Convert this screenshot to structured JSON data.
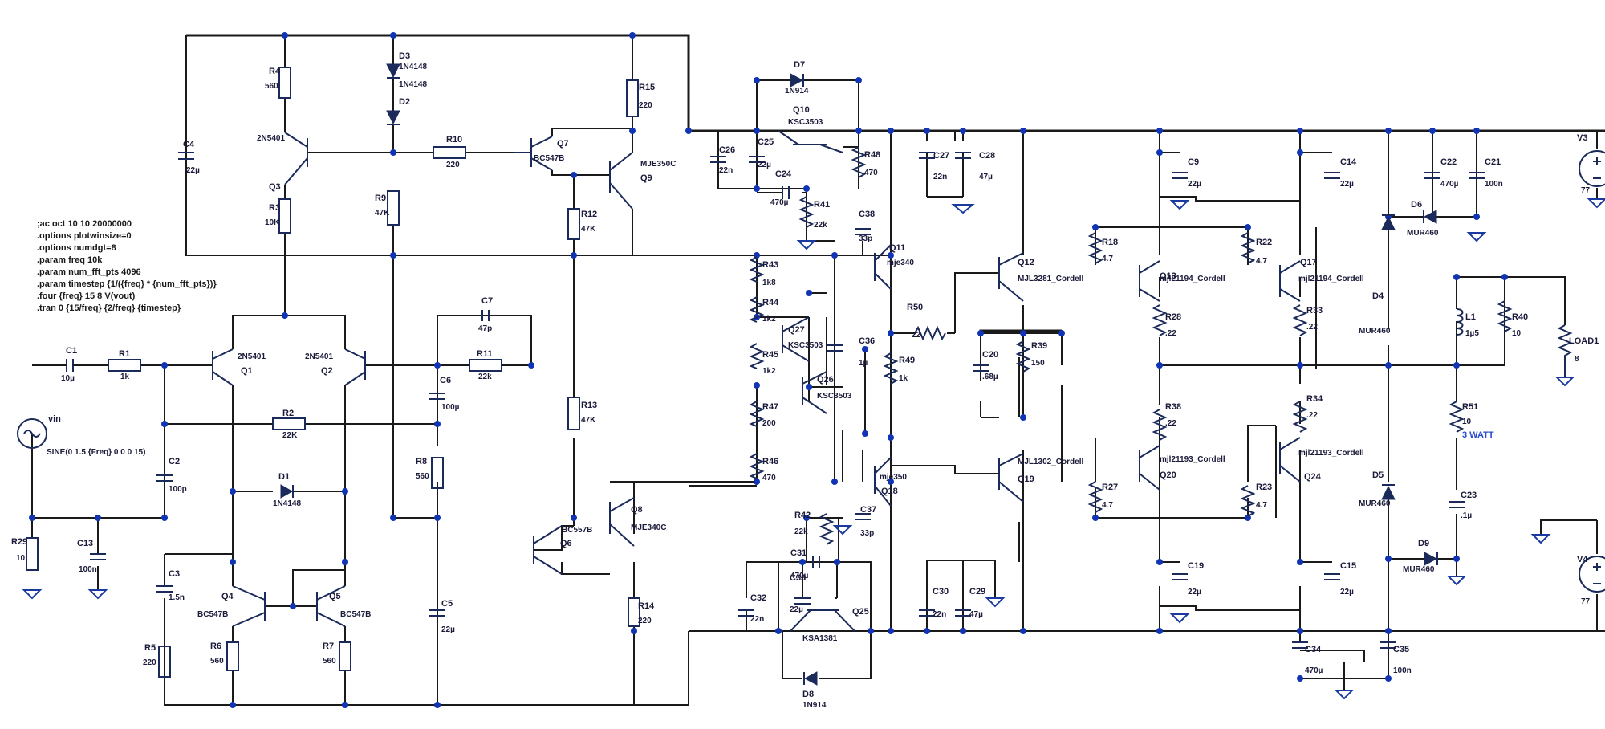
{
  "directives": [
    ";ac oct 10 10 20000000",
    ".options plotwinsize=0",
    ".options numdgt=8",
    ".param freq 10k",
    ".param num_fft_pts 4096",
    ".param timestep {1/({freq} * {num_fft_pts})}",
    ".four {freq} 15 8 V(vout)",
    ".tran 0 {15/freq} {2/freq} {timestep}"
  ],
  "source_vin": {
    "name": "vin",
    "value": "SINE(0 1.5 {Freq} 0 0 0 15)"
  },
  "annotations": {
    "r51_power": "3 WATT"
  },
  "supplies": [
    {
      "name": "V3",
      "value": "77"
    },
    {
      "name": "V4",
      "value": "77"
    }
  ],
  "components": [
    {
      "ref": "R4",
      "value": "560"
    },
    {
      "ref": "R3",
      "value": "10K"
    },
    {
      "ref": "C4",
      "value": "22µ"
    },
    {
      "ref": "D3",
      "value": "1N4148"
    },
    {
      "ref": "D2",
      "value": "1N4148"
    },
    {
      "ref": "R9",
      "value": "47K"
    },
    {
      "ref": "R10",
      "value": "220"
    },
    {
      "ref": "R15",
      "value": "220"
    },
    {
      "ref": "R12",
      "value": "47K"
    },
    {
      "ref": "Q3",
      "value": "2N5401"
    },
    {
      "ref": "Q7",
      "value": "BC547B"
    },
    {
      "ref": "Q9",
      "value": "MJE350C"
    },
    {
      "ref": "Q1",
      "value": "2N5401"
    },
    {
      "ref": "Q2",
      "value": "2N5401"
    },
    {
      "ref": "C1",
      "value": "10µ"
    },
    {
      "ref": "R1",
      "value": "1k"
    },
    {
      "ref": "C7",
      "value": "47p"
    },
    {
      "ref": "R11",
      "value": "22k"
    },
    {
      "ref": "C6",
      "value": "100µ"
    },
    {
      "ref": "R2",
      "value": "22K"
    },
    {
      "ref": "C2",
      "value": "100p"
    },
    {
      "ref": "D1",
      "value": "1N4148"
    },
    {
      "ref": "R8",
      "value": "560"
    },
    {
      "ref": "R13",
      "value": "47K"
    },
    {
      "ref": "R29",
      "value": "10"
    },
    {
      "ref": "C13",
      "value": "100n"
    },
    {
      "ref": "C3",
      "value": "1.5n"
    },
    {
      "ref": "R5",
      "value": "220"
    },
    {
      "ref": "Q4",
      "value": "BC547B"
    },
    {
      "ref": "Q5",
      "value": "BC547B"
    },
    {
      "ref": "R6",
      "value": "560"
    },
    {
      "ref": "R7",
      "value": "560"
    },
    {
      "ref": "C5",
      "value": "22µ"
    },
    {
      "ref": "Q6",
      "value": "BC557B"
    },
    {
      "ref": "Q8",
      "value": "MJE340C"
    },
    {
      "ref": "R14",
      "value": "220"
    },
    {
      "ref": "D7",
      "value": "1N914"
    },
    {
      "ref": "Q10",
      "value": "KSC3503"
    },
    {
      "ref": "C26",
      "value": "22n"
    },
    {
      "ref": "C25",
      "value": "22µ"
    },
    {
      "ref": "C24",
      "value": "470µ"
    },
    {
      "ref": "R41",
      "value": "22k"
    },
    {
      "ref": "R48",
      "value": "470"
    },
    {
      "ref": "R43",
      "value": "1k8"
    },
    {
      "ref": "R44",
      "value": "1k2"
    },
    {
      "ref": "R45",
      "value": "1k2"
    },
    {
      "ref": "R47",
      "value": "200"
    },
    {
      "ref": "R46",
      "value": "470"
    },
    {
      "ref": "Q27",
      "value": "KSC3503"
    },
    {
      "ref": "Q26",
      "value": "KSC3503"
    },
    {
      "ref": "C38",
      "value": "33p"
    },
    {
      "ref": "C36",
      "value": "1µ"
    },
    {
      "ref": "C37",
      "value": "33p"
    },
    {
      "ref": "Q11",
      "value": "mje340"
    },
    {
      "ref": "Q18",
      "value": "mje350"
    },
    {
      "ref": "R50",
      "value": "22"
    },
    {
      "ref": "R49",
      "value": "1k"
    },
    {
      "ref": "R42",
      "value": "22k"
    },
    {
      "ref": "C31",
      "value": "470µ"
    },
    {
      "ref": "C33",
      "value": "22µ"
    },
    {
      "ref": "C32",
      "value": "22n"
    },
    {
      "ref": "Q25",
      "value": "KSA1381"
    },
    {
      "ref": "D8",
      "value": "1N914"
    },
    {
      "ref": "C27",
      "value": "22n"
    },
    {
      "ref": "C28",
      "value": "47µ"
    },
    {
      "ref": "C30",
      "value": "22n"
    },
    {
      "ref": "C29",
      "value": "47µ"
    },
    {
      "ref": "Q12",
      "value": "MJL3281_Cordell"
    },
    {
      "ref": "Q19",
      "value": "MJL1302_Cordell"
    },
    {
      "ref": "C20",
      "value": ".68µ"
    },
    {
      "ref": "R39",
      "value": "150"
    },
    {
      "ref": "R18",
      "value": "4.7"
    },
    {
      "ref": "R27",
      "value": "4.7"
    },
    {
      "ref": "Q13",
      "value": "mjl21194_Cordell"
    },
    {
      "ref": "Q20",
      "value": "mjl21193_Cordell"
    },
    {
      "ref": "R28",
      "value": ".22"
    },
    {
      "ref": "R38",
      "value": ".22"
    },
    {
      "ref": "C9",
      "value": "22µ"
    },
    {
      "ref": "C19",
      "value": "22µ"
    },
    {
      "ref": "R22",
      "value": "4.7"
    },
    {
      "ref": "R23",
      "value": "4.7"
    },
    {
      "ref": "Q17",
      "value": "mjl21194_Cordell"
    },
    {
      "ref": "Q24",
      "value": "mjl21193_Cordell"
    },
    {
      "ref": "R33",
      "value": ".22"
    },
    {
      "ref": "R34",
      "value": ".22"
    },
    {
      "ref": "C14",
      "value": "22µ"
    },
    {
      "ref": "C15",
      "value": "22µ"
    },
    {
      "ref": "C34",
      "value": "470µ"
    },
    {
      "ref": "C35",
      "value": "100n"
    },
    {
      "ref": "D6",
      "value": "MUR460"
    },
    {
      "ref": "D4",
      "value": "MUR460"
    },
    {
      "ref": "D5",
      "value": "MUR460"
    },
    {
      "ref": "D9",
      "value": "MUR460"
    },
    {
      "ref": "C22",
      "value": "470µ"
    },
    {
      "ref": "C21",
      "value": "100n"
    },
    {
      "ref": "L1",
      "value": "1µ5"
    },
    {
      "ref": "R40",
      "value": "10"
    },
    {
      "ref": "LOAD1",
      "value": "8"
    },
    {
      "ref": "R51",
      "value": "10"
    },
    {
      "ref": "C23",
      "value": ".1µ"
    }
  ]
}
